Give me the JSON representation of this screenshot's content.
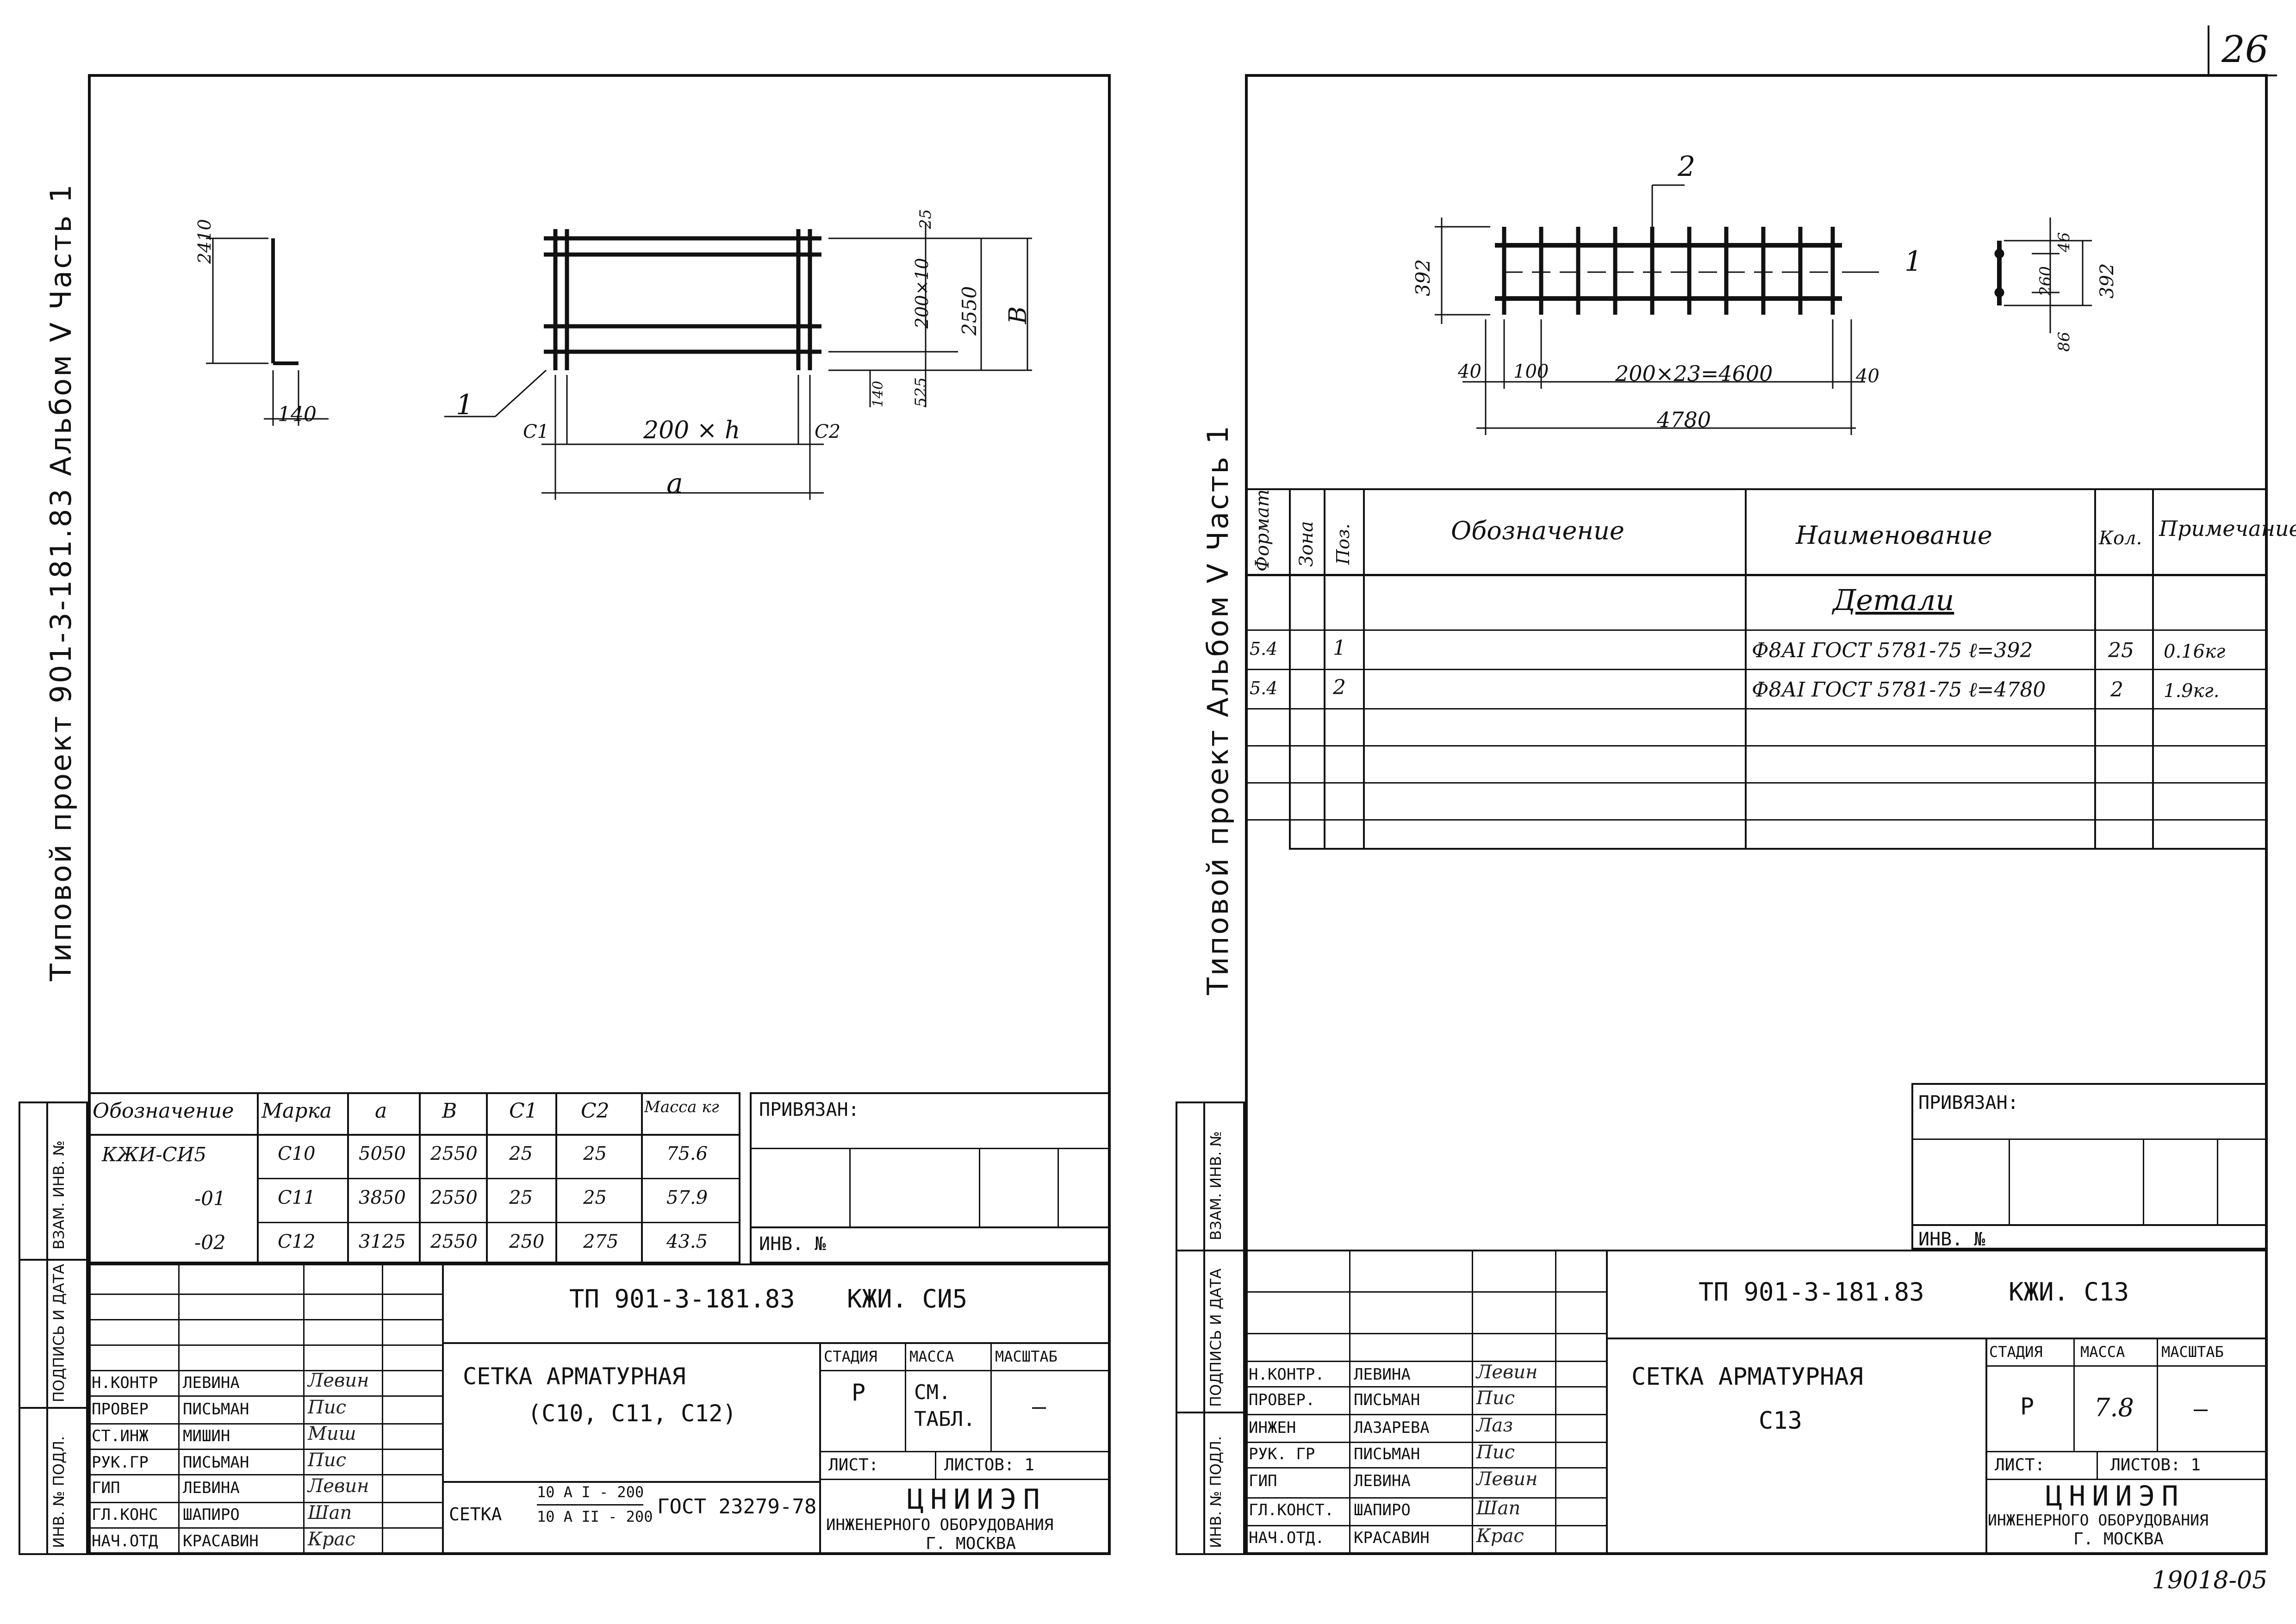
{
  "sheet_number": "26",
  "stamp": "19018-05",
  "left": {
    "margin_labels": {
      "vertical_title": "Типовой  проект  901-3-181.83  Альбом V  Часть 1",
      "inv_podl": "ИНВ. № ПОДЛ.",
      "podpis": "ПОДПИСЬ И ДАТА",
      "vzam": "ВЗАМ. ИНВ. №"
    },
    "drawing": {
      "dim_2410": "2410",
      "dim_140": "140",
      "dim_25": "25",
      "dim_200x10": "200×10",
      "dim_2550": "2550",
      "dim_B": "B",
      "dim_140b": "140",
      "dim_525": "525",
      "pos_1": "1",
      "c1": "C1",
      "c2": "C2",
      "dim_200h": "200 × h",
      "dim_a": "a"
    },
    "table": {
      "headers": [
        "Обозначение",
        "Марка",
        "a",
        "B",
        "C1",
        "C2",
        "Масса кг"
      ],
      "rows": [
        [
          "КЖИ-СИ5",
          "C10",
          "5050",
          "2550",
          "25",
          "25",
          "75.6"
        ],
        [
          "-01",
          "C11",
          "3850",
          "2550",
          "25",
          "25",
          "57.9"
        ],
        [
          "-02",
          "C12",
          "3125",
          "2550",
          "250",
          "275",
          "43.5"
        ]
      ]
    },
    "privyazan": "ПРИВЯЗАН:",
    "inv_no": "ИНВ. №",
    "code": "ТП 901-3-181.83",
    "code_suffix": "КЖИ. СИ5",
    "title_line1": "СЕТКА  АРМАТУРНАЯ",
    "title_line2": "(С10, С11, С12)",
    "stage_header": "СТАДИЯ",
    "mass_header": "МАССА",
    "scale_header": "МАСШТАБ",
    "stage": "Р",
    "mass": "СМ. ТАБЛ.",
    "scale": "—",
    "sheet_label": "ЛИСТ:",
    "sheets_label": "ЛИСТОВ: 1",
    "org1": "ЦНИИЭП",
    "org2": "ИНЖЕНЕРНОГО ОБОРУДОВАНИЯ",
    "org3": "Г. МОСКВА",
    "setka_label": "СЕТКА",
    "setka_top": "10 А I - 200",
    "setka_bottom": "10 А II - 200",
    "gost": "ГОСТ 23279-78",
    "people": [
      {
        "role": "Н.КОНТР",
        "name": "ЛЕВИНА",
        "sign": "Левин"
      },
      {
        "role": "ПРОВЕР",
        "name": "ПИСЬМАН",
        "sign": "Пис"
      },
      {
        "role": "СТ.ИНЖ",
        "name": "МИШИН",
        "sign": "Миш"
      },
      {
        "role": "РУК.ГР",
        "name": "ПИСЬМАН",
        "sign": "Пис"
      },
      {
        "role": "ГИП",
        "name": "ЛЕВИНА",
        "sign": "Левин"
      },
      {
        "role": "ГЛ.КОНС",
        "name": "ШАПИРО",
        "sign": "Шап"
      },
      {
        "role": "НАЧ.ОТД",
        "name": "КРАСАВИН",
        "sign": "Крас"
      }
    ]
  },
  "right": {
    "margin_labels": {
      "vertical_title": "Типовой  проект  Альбом V  Часть 1",
      "inv_podl": "ИНВ. № ПОДЛ.",
      "podpis": "ПОДПИСЬ И ДАТА",
      "vzam": "ВЗАМ. ИНВ. №"
    },
    "drawing": {
      "pos_2": "2",
      "pos_1": "1",
      "dim_392": "392",
      "dim_40a": "40",
      "dim_100": "100",
      "dim_200x23": "200×23=4600",
      "dim_40b": "40",
      "dim_4780": "4780",
      "dim_46": "46",
      "dim_260": "260",
      "dim_392b": "392",
      "dim_86": "86"
    },
    "spec": {
      "headers": {
        "format": "Формат",
        "zone": "Зона",
        "pos": "Поз.",
        "designation": "Обозначение",
        "name": "Наименование",
        "qty": "Кол.",
        "note": "Примечание"
      },
      "section": "Детали",
      "rows": [
        {
          "format": "5.4",
          "pos": "1",
          "name": "Ф8АI ГОСТ 5781-75   ℓ=392",
          "qty": "25",
          "note": "0.16кг"
        },
        {
          "format": "5.4",
          "pos": "2",
          "name": "Ф8АI ГОСТ 5781-75   ℓ=4780",
          "qty": "2",
          "note": "1.9кг."
        }
      ]
    },
    "privyazan": "ПРИВЯЗАН:",
    "inv_no": "ИНВ. №",
    "code": "ТП 901-3-181.83",
    "code_suffix": "КЖИ. С13",
    "title_line1": "СЕТКА  АРМАТУРНАЯ",
    "title_line2": "С13",
    "stage_header": "СТАДИЯ",
    "mass_header": "МАССА",
    "scale_header": "МАСШТАБ",
    "stage": "Р",
    "mass": "7.8",
    "scale": "—",
    "sheet_label": "ЛИСТ:",
    "sheets_label": "ЛИСТОВ: 1",
    "org1": "ЦНИИЭП",
    "org2": "ИНЖЕНЕРНОГО ОБОРУДОВАНИЯ",
    "org3": "Г. МОСКВА",
    "people": [
      {
        "role": "Н.КОНТР.",
        "name": "ЛЕВИНА",
        "sign": "Левин"
      },
      {
        "role": "ПРОВЕР.",
        "name": "ПИСЬМАН",
        "sign": "Пис"
      },
      {
        "role": "ИНЖЕН",
        "name": "ЛАЗАРЕВА",
        "sign": "Лаз"
      },
      {
        "role": "РУК. ГР",
        "name": "ПИСЬМАН",
        "sign": "Пис"
      },
      {
        "role": "ГИП",
        "name": "ЛЕВИНА",
        "sign": "Левин"
      },
      {
        "role": "ГЛ.КОНСТ.",
        "name": "ШАПИРО",
        "sign": "Шап"
      },
      {
        "role": "НАЧ.ОТД.",
        "name": "КРАСАВИН",
        "sign": "Крас"
      }
    ]
  }
}
